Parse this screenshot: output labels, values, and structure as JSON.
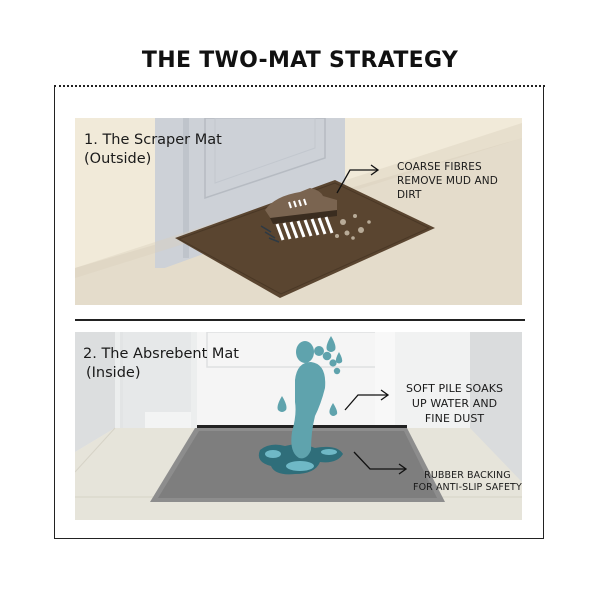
{
  "title": "THE TWO-MAT STRATEGY",
  "panels": [
    {
      "heading_line1": "1. The Scraper Mat",
      "heading_line2": "(Outside)",
      "callouts": [
        {
          "line1": "COARSE FIBRES",
          "line2": "REMOVE MUD AND DIRT",
          "arrow": "arrow-icon"
        }
      ],
      "illustration": "door-with-brown-scraper-mat-and-shoe",
      "colors": {
        "mat": "#5a4530",
        "floor": "#e4dccb",
        "door": "#cfd3d8"
      }
    },
    {
      "heading_line1": "2. The Absrebent Mat",
      "heading_line2": "(Inside)",
      "callouts": [
        {
          "line1": "SOFT PILE SOAKS",
          "line2": "UP WATER AND",
          "line3": "FINE DUST",
          "arrow": "arrow-icon"
        },
        {
          "line1": "RUBBER BACKING",
          "line2": "FOR ANTI-SLIP SAFETY",
          "arrow": "arrow-icon"
        }
      ],
      "illustration": "door-with-grey-absorbent-mat-and-wet-footprint",
      "colors": {
        "mat": "#8a8a8a",
        "footprint": "#5fa3ad",
        "floor": "#e6e4da"
      }
    }
  ]
}
